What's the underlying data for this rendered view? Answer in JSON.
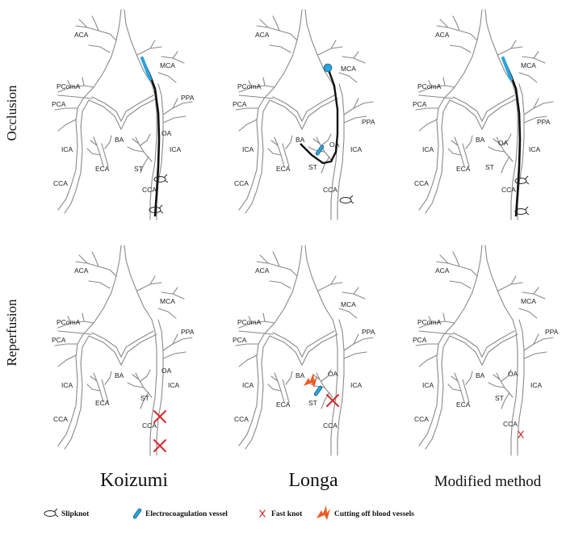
{
  "rows": [
    "Occlusion",
    "Reperfusion"
  ],
  "columns": [
    "Koizumi",
    "Longa",
    "Modified method"
  ],
  "vessel_labels": {
    "aca": "ACA",
    "mca": "MCA",
    "pcoma": "PComA",
    "pca": "PCA",
    "ppa": "PPA",
    "ba": "BA",
    "ica_left": "ICA",
    "ica_right": "ICA",
    "oa": "OA",
    "eca": "ECA",
    "st": "ST",
    "cca_left": "CCA",
    "cca_right": "CCA"
  },
  "legend": {
    "slipknot": "Slipknot",
    "electro": "Electrocoagulation vessel",
    "fastknot": "Fast knot",
    "cutting": "Cutting off blood vessels"
  },
  "colors": {
    "filament": "#111111",
    "electro": "#29a3dc",
    "knot": "#d42a2a",
    "cut": "#ef5a22",
    "vessel": "#8a8a8a"
  },
  "panels": [
    {
      "row": 0,
      "col": 0,
      "filament": "long",
      "electro": "mca-strip",
      "markers": [
        "slipknot-cca",
        "slipknot-bottom"
      ]
    },
    {
      "row": 0,
      "col": 1,
      "filament": "eca",
      "electro": "mca-dot",
      "markers": [
        "electro-eca",
        "slipknot-low"
      ]
    },
    {
      "row": 0,
      "col": 2,
      "filament": "long",
      "electro": "mca-strip",
      "markers": [
        "slipknot-cca",
        "slipknot-bottom"
      ]
    },
    {
      "row": 1,
      "col": 0,
      "filament": "none",
      "electro": "none",
      "markers": [
        "fastknot-cca",
        "fastknot-low"
      ]
    },
    {
      "row": 1,
      "col": 1,
      "filament": "none",
      "electro": "none",
      "markers": [
        "electro-eca",
        "fastknot-eca",
        "cut-eca"
      ]
    },
    {
      "row": 1,
      "col": 2,
      "filament": "none",
      "electro": "none",
      "markers": [
        "fastknot-small"
      ]
    }
  ]
}
